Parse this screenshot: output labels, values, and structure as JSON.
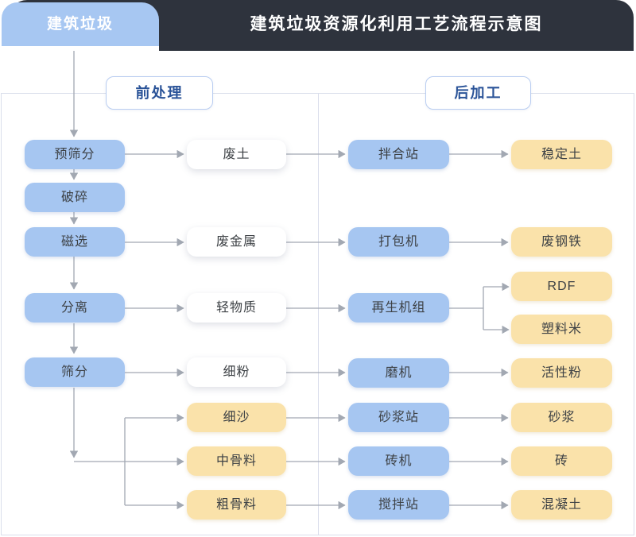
{
  "header": {
    "tab_label": "建筑垃圾",
    "title": "建筑垃圾资源化利用工艺流程示意图"
  },
  "sections": {
    "pre_label": "前处理",
    "post_label": "后加工"
  },
  "columns": {
    "process": [
      "预筛分",
      "破碎",
      "磁选",
      "分离",
      "筛分"
    ],
    "materials": [
      "废土",
      "废金属",
      "轻物质",
      "细粉",
      "细沙",
      "中骨料",
      "粗骨料"
    ],
    "equipment": [
      "拌合站",
      "打包机",
      "再生机组",
      "磨机",
      "砂浆站",
      "砖机",
      "搅拌站"
    ],
    "products": [
      "稳定土",
      "废钢铁",
      "RDF",
      "塑料米",
      "活性粉",
      "砂浆",
      "砖",
      "混凝土"
    ]
  },
  "edges": [
    "建筑垃圾→预筛分",
    "预筛分→破碎",
    "破碎→磁选",
    "磁选→分离",
    "分离→筛分",
    "预筛分→废土",
    "磁选→废金属",
    "分离→轻物质",
    "筛分→细粉",
    "筛分→细沙",
    "筛分→中骨料",
    "筛分→粗骨料",
    "废土→拌合站",
    "废金属→打包机",
    "轻物质→再生机组",
    "细粉→磨机",
    "细沙→砂浆站",
    "中骨料→砖机",
    "粗骨料→搅拌站",
    "拌合站→稳定土",
    "打包机→废钢铁",
    "再生机组→RDF",
    "再生机组→塑料米",
    "磨机→活性粉",
    "砂浆站→砂浆",
    "砖机→砖",
    "搅拌站→混凝土"
  ],
  "colors": {
    "header_dark": "#2e333d",
    "node_blue": "#a6c6f1",
    "node_yellow": "#fae2aa",
    "node_white": "#ffffff",
    "accent_navy": "#2a5398",
    "line_gray": "#a2a8b2",
    "frame_border": "#dadeeb"
  }
}
